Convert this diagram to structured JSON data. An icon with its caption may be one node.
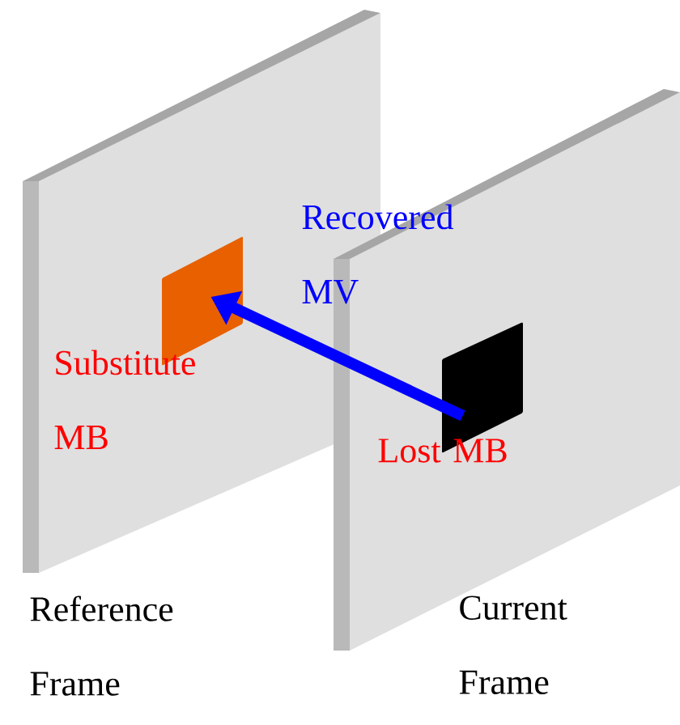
{
  "diagram": {
    "nodes": [
      {
        "text": [
          "Reference Frame"
        ]
      },
      {
        "text": [
          "Current Frame"
        ]
      },
      {
        "text": [
          "Substitute MB"
        ],
        "in": 0
      },
      {
        "text": [
          "Lost MB"
        ],
        "in": 1
      }
    ],
    "edges": [
      {
        "from": 3,
        "to": 2,
        "arrow": "to",
        "label": "Recovered MV",
        "color": "#0000ff"
      }
    ]
  }
}
